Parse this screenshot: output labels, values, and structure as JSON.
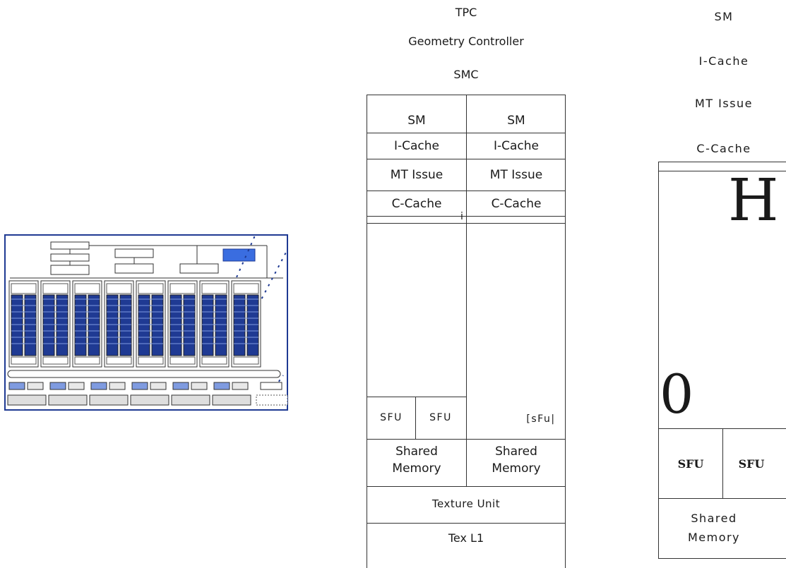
{
  "tpc": {
    "title": "TPC",
    "geometry": "Geometry Controller",
    "smc": "SMC",
    "sm_left": {
      "title": "SM",
      "icache": "I-Cache",
      "mt": "MT Issue",
      "ccache": "C-Cache",
      "sfu1": "SFU",
      "sfu2": "SFU",
      "shared1": "Shared",
      "shared2": "Memory"
    },
    "sm_right": {
      "title": "SM",
      "icache": "I-Cache",
      "mt": "MT Issue",
      "ccache": "C-Cache",
      "sfu": "[sFu|",
      "shared1": "Shared",
      "shared2": "Memory"
    },
    "stray_mark": "i",
    "texture": "Texture Unit",
    "texl1": "Tex L1"
  },
  "sm_detail": {
    "title": "SM",
    "icache": "I-Cache",
    "mt": "MT Issue",
    "ccache": "C-Cache",
    "glyph_h": "H",
    "glyph_0": "0",
    "sfu1": "SFU",
    "sfu2": "SFU",
    "shared1": "Shared",
    "shared2": "Memory"
  },
  "colors": {
    "blue": "#1f3a93",
    "lightblue": "#7f9be0",
    "accent": "#3a6de0",
    "line": "#333333"
  }
}
